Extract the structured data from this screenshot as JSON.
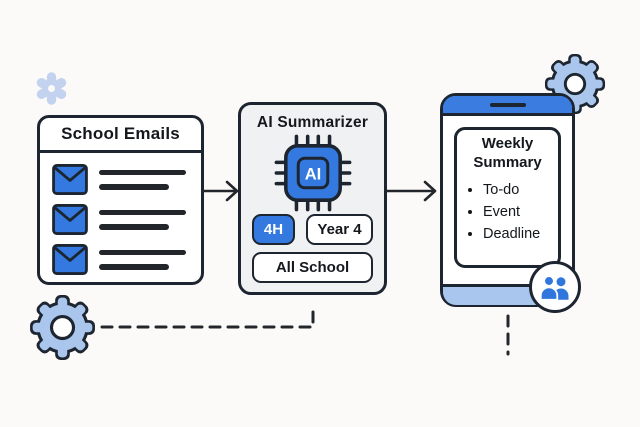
{
  "colors": {
    "background": "#fbfaf8",
    "accent_blue": "#3379df",
    "light_blue": "#a9c6ee",
    "pale_blue": "#c3d2ee",
    "outline_dark": "#1d2530"
  },
  "emails_panel": {
    "title": "School Emails"
  },
  "summarizer_panel": {
    "title": "AI Summarizer",
    "chip_label": "AI",
    "tag_primary": "4H",
    "tag_year": "Year 4",
    "tag_all": "All School"
  },
  "phone_panel": {
    "title": "Weekly Summary",
    "items": [
      "To-do",
      "Event",
      "Deadline"
    ]
  }
}
